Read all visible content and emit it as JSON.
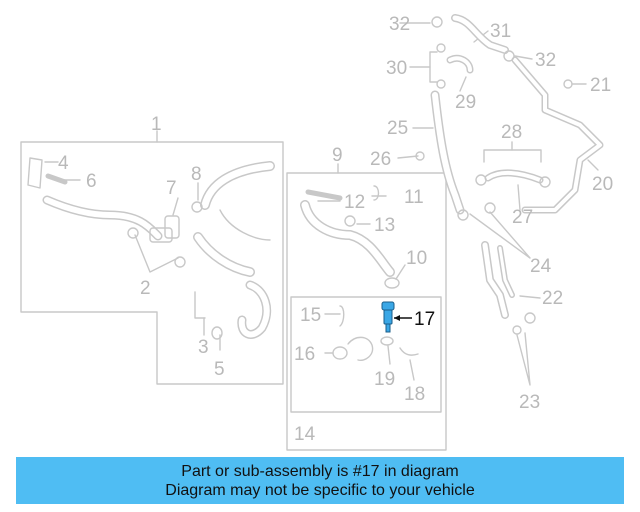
{
  "diagram": {
    "callouts": [
      "1",
      "2",
      "3",
      "4",
      "5",
      "6",
      "7",
      "8",
      "9",
      "10",
      "11",
      "12",
      "13",
      "14",
      "15",
      "16",
      "17",
      "18",
      "19",
      "20",
      "21",
      "22",
      "23",
      "24",
      "25",
      "26",
      "27",
      "28",
      "29",
      "30",
      "31",
      "32"
    ],
    "highlighted_part": "17"
  },
  "banner": {
    "line1": "Part or sub-assembly is #17 in diagram",
    "line2": "Diagram may not be specific to your vehicle"
  },
  "colors": {
    "line_art": "#c8c8c8",
    "callout_text": "#b9b9b9",
    "highlight_part": "#3aa7e6",
    "banner_bg": "#4fbdf3"
  }
}
